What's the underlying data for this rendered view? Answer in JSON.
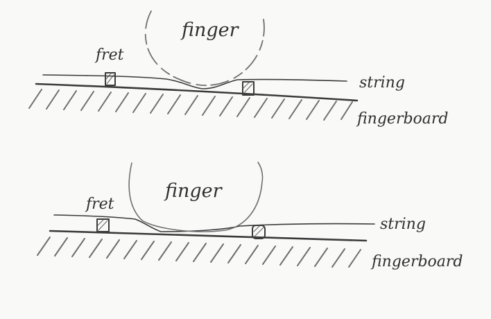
{
  "diagrams": [
    {
      "finger_label": "finger",
      "fret_label": "fret",
      "string_label": "string",
      "fingerboard_label": "fingerboard"
    },
    {
      "finger_label": "finger",
      "fret_label": "fret",
      "string_label": "string",
      "fingerboard_label": "fingerboard"
    }
  ],
  "colors": {
    "paper": "#f9f9f8",
    "pencil": "#3a3a3a"
  }
}
